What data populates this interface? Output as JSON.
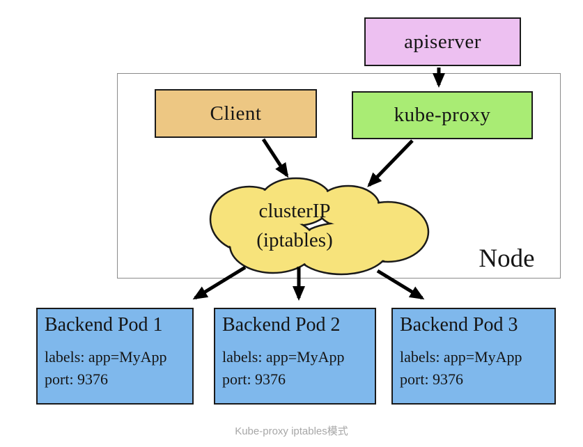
{
  "caption": "Kube-proxy iptables模式",
  "colors": {
    "apiserver_fill": "#edc0f1",
    "client_fill": "#edc783",
    "kube_proxy_fill": "#a9ec74",
    "cluster_ip_fill": "#f7e37b",
    "pod_fill": "#7fb8ec",
    "box_border": "#1a1a1a",
    "node_border": "#8a8a8a",
    "arrow": "#000000",
    "caption_text": "#a7a7a7"
  },
  "boxes": {
    "apiserver": {
      "label": "apiserver"
    },
    "client": {
      "label": "Client"
    },
    "kube_proxy": {
      "label": "kube-proxy"
    },
    "cluster_ip": {
      "line1": "clusterIP",
      "line2": "(iptables)"
    },
    "node": {
      "label": "Node"
    }
  },
  "pods": [
    {
      "title": "Backend Pod 1",
      "labels": "labels: app=MyApp",
      "port": "port: 9376"
    },
    {
      "title": "Backend Pod 2",
      "labels": "labels: app=MyApp",
      "port": "port: 9376"
    },
    {
      "title": "Backend Pod 3",
      "labels": "labels: app=MyApp",
      "port": "port: 9376"
    }
  ]
}
